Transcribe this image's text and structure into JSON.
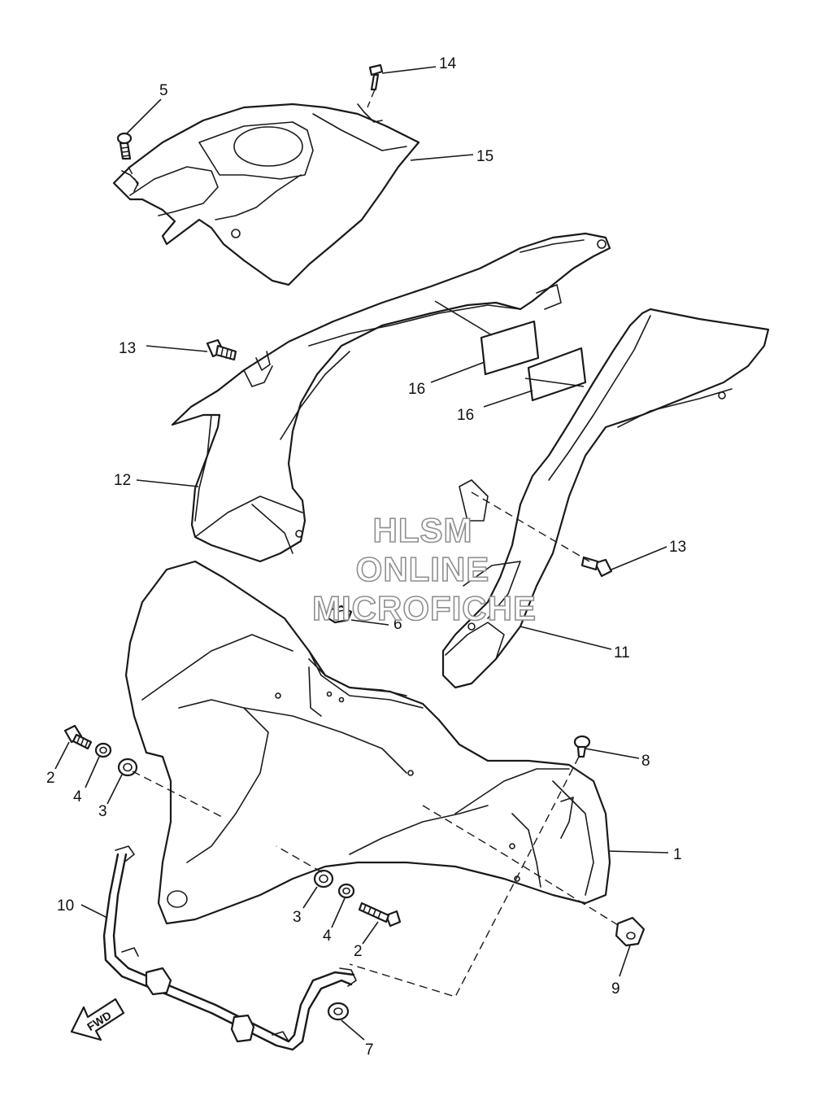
{
  "callouts": {
    "c1": "1",
    "c2a": "2",
    "c2b": "2",
    "c3a": "3",
    "c3b": "3",
    "c4a": "4",
    "c4b": "4",
    "c5": "5",
    "c6": "6",
    "c7": "7",
    "c8": "8",
    "c9": "9",
    "c10": "10",
    "c11": "11",
    "c12": "12",
    "c13a": "13",
    "c13b": "13",
    "c14": "14",
    "c15": "15",
    "c16a": "16",
    "c16b": "16"
  },
  "watermark": {
    "line1": "HLSM",
    "line2": "ONLINE",
    "line3": "MICROFICHE"
  },
  "direction_arrow": {
    "label": "FWD"
  },
  "colors": {
    "line": "#1a1a1a",
    "background": "#ffffff",
    "watermark_outline": "#8f8f8f"
  }
}
